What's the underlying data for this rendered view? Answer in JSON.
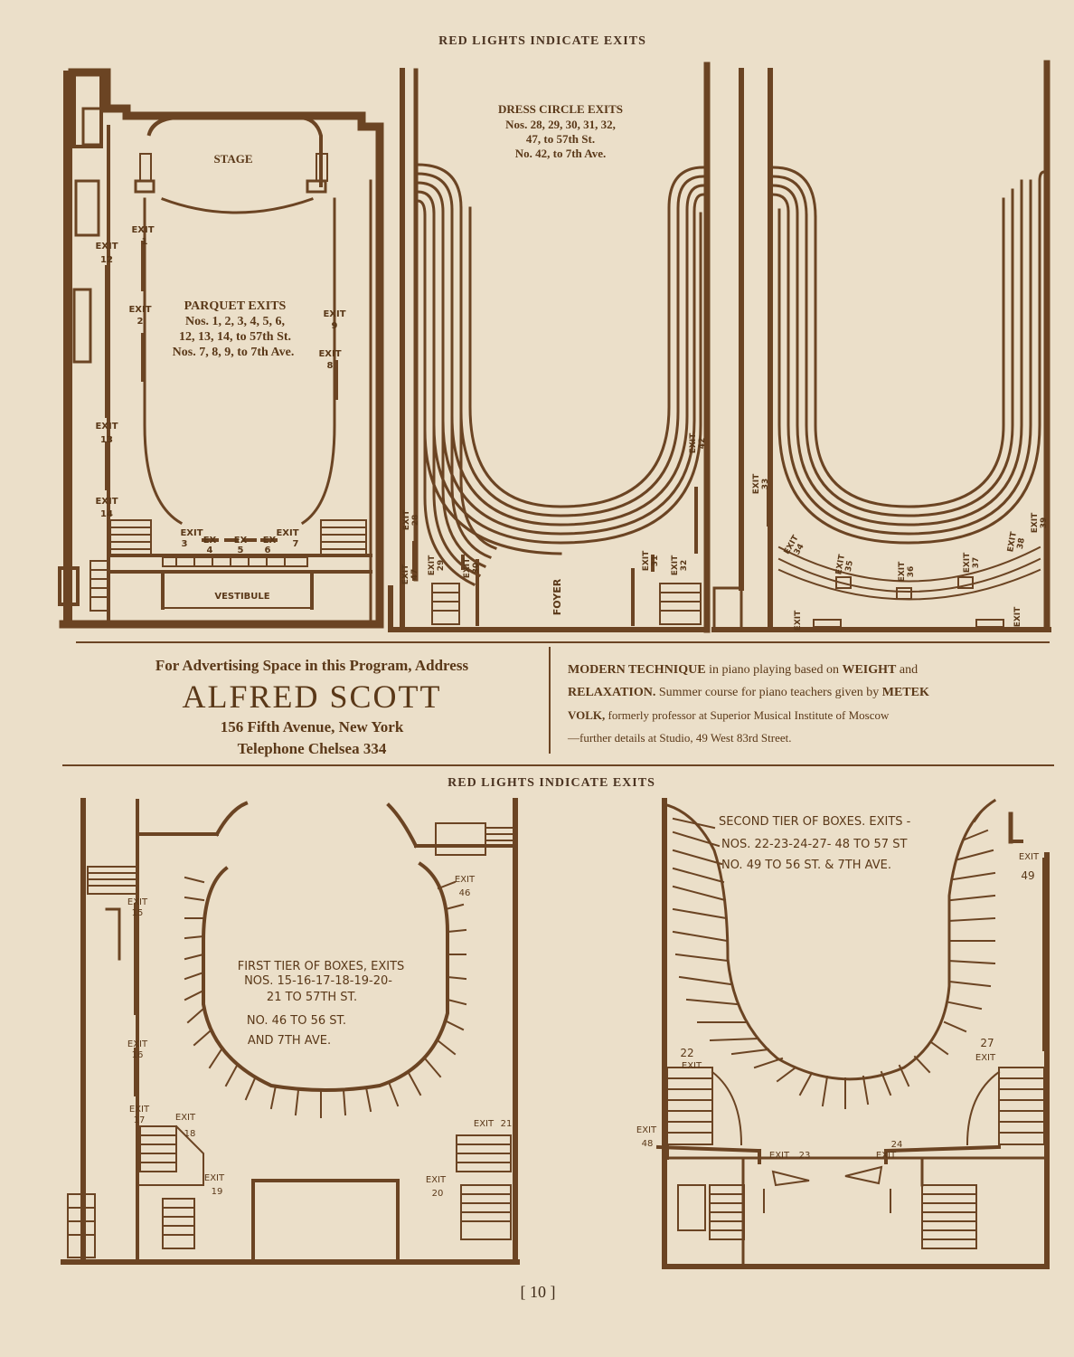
{
  "header_top": "RED LIGHTS INDICATE EXITS",
  "header_bottom": "RED LIGHTS INDICATE EXITS",
  "parquet": {
    "stage": "STAGE",
    "title": "PARQUET EXITS",
    "line1": "Nos. 1, 2, 3, 4, 5, 6,",
    "line2": "12, 13, 14, to 57th St.",
    "line3": "Nos. 7, 8, 9, to 7th Ave.",
    "vestibule": "VESTIBULE",
    "exit_word": "EXIT",
    "ex_word": "EX",
    "exits": {
      "e1": "1",
      "e2": "2",
      "e3": "3",
      "e4": "4",
      "e5": "5",
      "e6": "6",
      "e7": "7",
      "e8": "8",
      "e9": "9",
      "e12": "12",
      "e13": "13",
      "e14": "14"
    }
  },
  "dress_circle": {
    "title": "DRESS CIRCLE EXITS",
    "line1": "Nos. 28, 29, 30, 31, 32,",
    "line2": "47, to 57th St.",
    "line3": "No. 42, to 7th Ave.",
    "foyer": "FOYER",
    "exit_word": "EXIT",
    "exits": {
      "e28": "28",
      "e29": "29",
      "e30": "30",
      "e31": "31",
      "e32": "32",
      "e33": "33",
      "e34": "34",
      "e35": "35",
      "e36": "36",
      "e37": "37",
      "e38": "38",
      "e39": "39",
      "e42": "42",
      "e47": "47"
    }
  },
  "ad_left": {
    "line1": "For Advertising Space in this Program, Address",
    "name": "ALFRED SCOTT",
    "address": "156 Fifth Avenue, New York",
    "phone": "Telephone Chelsea 334"
  },
  "ad_right": {
    "b1": "MODERN TECHNIQUE",
    "t1": " in piano playing based on ",
    "b2": "WEIGHT",
    "t2": " and",
    "b3": "RELAXATION.",
    "t3": " Summer course for piano teachers given by ",
    "b4": "METEK",
    "b5": "VOLK,",
    "t4": " formerly professor at Superior Musical Institute of Moscow",
    "t5": "—further details at Studio, 49 West 83rd Street."
  },
  "first_tier": {
    "line1": "FIRST TIER OF BOXES, EXITS",
    "line2": "NOS. 15-16-17-18-19-20-",
    "line3": "21 TO 57TH ST.",
    "line4": "NO. 46 TO 56 ST.",
    "line5": "AND 7TH AVE.",
    "exit_word": "EXIT",
    "exits": {
      "e15": "15",
      "e16": "16",
      "e17": "17",
      "e18": "18",
      "e19": "19",
      "e20": "20",
      "e21": "21",
      "e46": "46"
    }
  },
  "second_tier": {
    "line1": "SECOND TIER OF BOXES. EXITS -",
    "line2": "NOS. 22-23-24-27- 48 TO 57 ST",
    "line3": "NO. 49 TO 56 ST. & 7TH AVE.",
    "exit_word": "EXIT",
    "exits": {
      "e22": "22",
      "e23": "23",
      "e24": "24",
      "e27": "27",
      "e48": "48",
      "e49": "49"
    }
  },
  "page_number": "[ 10 ]",
  "colors": {
    "paper": "#ebdfc9",
    "ink": "#5a3818"
  }
}
